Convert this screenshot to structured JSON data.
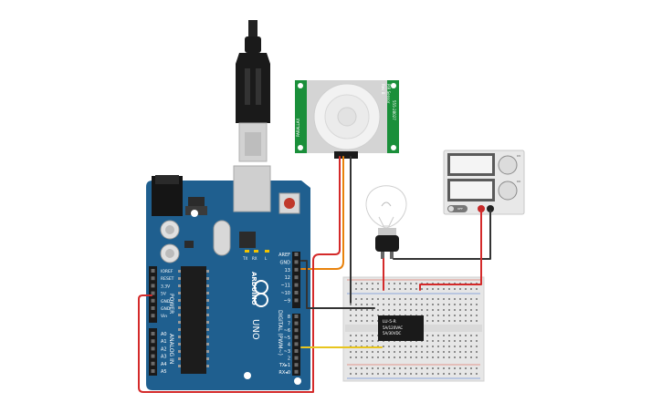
{
  "arduino": {
    "brand": "ARDUINO",
    "model": "UNO",
    "digital_label": "DIGITAL (PWM~)",
    "power_label": "POWER",
    "analog_label": "ANALOG IN",
    "right_header_pins": [
      "AREF",
      "GND",
      "13",
      "12",
      "~11",
      "~10",
      "~9",
      "8",
      "7",
      "~6",
      "~5",
      "4",
      "~3",
      "2",
      "TX▸1",
      "RX◂0"
    ],
    "power_pins": [
      "IOREF",
      "RESET",
      "3.3V",
      "5V",
      "GND",
      "GND",
      "Vin"
    ],
    "analog_pins": [
      "A0",
      "A1",
      "A2",
      "A3",
      "A4",
      "A5"
    ],
    "leds": [
      "TX",
      "RX",
      "L"
    ]
  },
  "pir_sensor": {
    "side_text_left": "PARALLAX",
    "side_text_right": "555-28027",
    "top_text": "PIR Sensor",
    "version": "Rev B"
  },
  "relay": {
    "line1": "LU-5-R",
    "line2": "5A/120VAC",
    "line3": "5A/30VDC"
  },
  "power_supply": {
    "knob1_label": "CV",
    "knob2_label": "CC",
    "button_label": "OFF"
  },
  "colors": {
    "board": "#1f5f8f",
    "pir_board": "#1a8f3a",
    "wire_red": "#d42a2a",
    "wire_black": "#333333",
    "wire_orange": "#e8820c",
    "wire_yellow": "#e8c51e"
  }
}
